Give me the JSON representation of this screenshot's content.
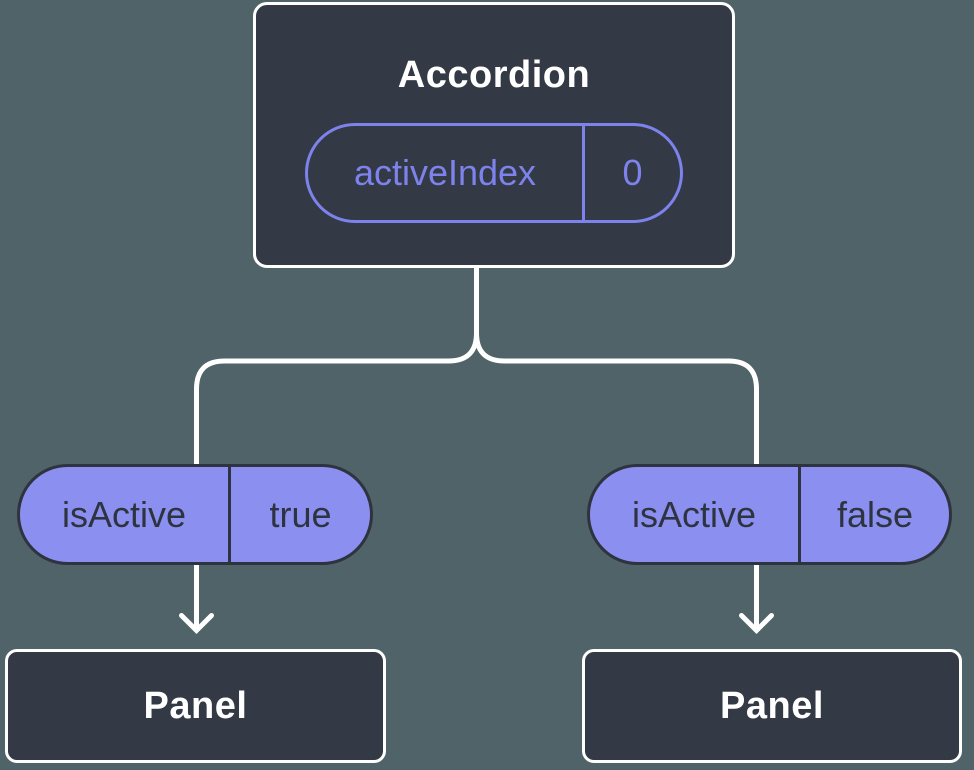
{
  "colors": {
    "background": "#4f6368",
    "node-fill": "#333a45",
    "node-border": "#ffffff",
    "accent": "#7d82ec",
    "pill-fill": "#8b8ff0",
    "pill-text": "#2e343f",
    "line": "#ffffff"
  },
  "root": {
    "title": "Accordion",
    "prop": {
      "name": "activeIndex",
      "value": "0"
    }
  },
  "branches": [
    {
      "state": {
        "name": "isActive",
        "value": "true"
      },
      "node": {
        "title": "Panel"
      }
    },
    {
      "state": {
        "name": "isActive",
        "value": "false"
      },
      "node": {
        "title": "Panel"
      }
    }
  ]
}
